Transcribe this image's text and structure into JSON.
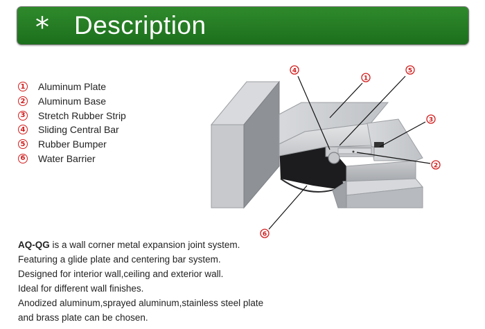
{
  "banner": {
    "star": "*",
    "title": "Description"
  },
  "parts": [
    {
      "num": "1",
      "label": "Aluminum Plate"
    },
    {
      "num": "2",
      "label": "Aluminum Base"
    },
    {
      "num": "3",
      "label": "Stretch Rubber Strip"
    },
    {
      "num": "4",
      "label": "Sliding Central Bar"
    },
    {
      "num": "5",
      "label": "Rubber Bumper"
    },
    {
      "num": "6",
      "label": "Water Barrier"
    }
  ],
  "diagram_markers": [
    "4",
    "1",
    "5",
    "3",
    "2",
    "6"
  ],
  "description": {
    "model": "AQ-QG",
    "first_line_rest": " is a wall corner metal expansion joint system.",
    "lines": [
      "Featuring a glide plate and centering bar system.",
      "Designed for interior wall,ceiling and exterior wall.",
      "Ideal for different wall finishes.",
      "Anodized aluminum,sprayed aluminum,stainless steel plate",
      "and brass plate can be chosen."
    ]
  },
  "colors": {
    "banner_green": "#1f7a1f",
    "marker_red": "#d21c1c"
  }
}
